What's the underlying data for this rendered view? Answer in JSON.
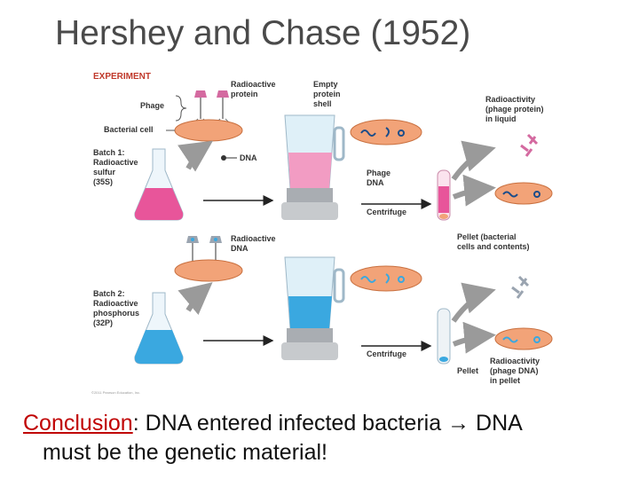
{
  "title": "Hershey and Chase (1952)",
  "figure": {
    "heading": "EXPERIMENT",
    "labels": {
      "phage": "Phage",
      "bacterial_cell": "Bacterial cell",
      "radioactive_protein_1": "Radioactive",
      "radioactive_protein_2": "protein",
      "empty_shell_1": "Empty",
      "empty_shell_2": "protein",
      "empty_shell_3": "shell",
      "dna": "DNA",
      "phage_dna_1": "Phage",
      "phage_dna_2": "DNA",
      "batch1_1": "Batch 1:",
      "batch1_2": "Radioactive",
      "batch1_3": "sulfur",
      "batch1_4": "(35S)",
      "centrifuge_1": "Centrifuge",
      "radioactivity1_1": "Radioactivity",
      "radioactivity1_2": "(phage protein)",
      "radioactivity1_3": "in liquid",
      "pellet1_1": "Pellet (bacterial",
      "pellet1_2": "cells and contents)",
      "radioactive_dna_1": "Radioactive",
      "radioactive_dna_2": "DNA",
      "batch2_1": "Batch 2:",
      "batch2_2": "Radioactive",
      "batch2_3": "phosphorus",
      "batch2_4": "(32P)",
      "centrifuge_2": "Centrifuge",
      "pellet2": "Pellet",
      "radioactivity2_1": "Radioactivity",
      "radioactivity2_2": "(phage DNA)",
      "radioactivity2_3": "in pellet",
      "copyright": "©2011 Pearson Education, Inc."
    },
    "colors": {
      "sulfur_pink": "#e8559a",
      "phosphorus_blue": "#3aa8e0",
      "cell_orange": "#f2a378",
      "arrow_gray": "#9a9a9a",
      "heading_red": "#c0392b"
    }
  },
  "conclusion": {
    "keyword": "Conclusion",
    "text_line1": ": DNA entered infected bacteria",
    "arrow": "→",
    "text_line1_end": " DNA",
    "text_line2": "must be the genetic material!"
  }
}
